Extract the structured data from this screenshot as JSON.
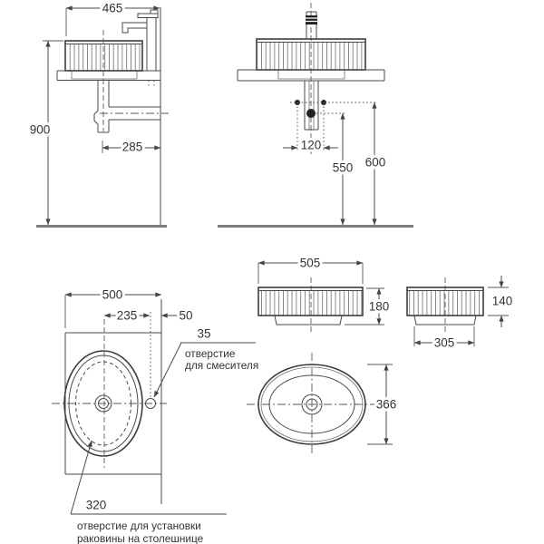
{
  "drawing": {
    "dims": {
      "top_width": "465",
      "install_height": "900",
      "drain_to_wall": "285",
      "supply_spacing": "120",
      "drain_height": "550",
      "supply_height": "600",
      "sink_width": "505",
      "sink_height": "180",
      "body_height": "140",
      "base_width": "305",
      "counter_depth": "500",
      "center_to_faucet": "235",
      "faucet_to_edge": "50",
      "faucet_hole_d": "35",
      "cutout_d": "320",
      "sink_depth": "366"
    },
    "labels": {
      "faucet_hole_line1": "отверстие",
      "faucet_hole_line2": "для смесителя",
      "cutout_line1": "отверстие для установки",
      "cutout_line2": "раковины на столешнице"
    }
  }
}
